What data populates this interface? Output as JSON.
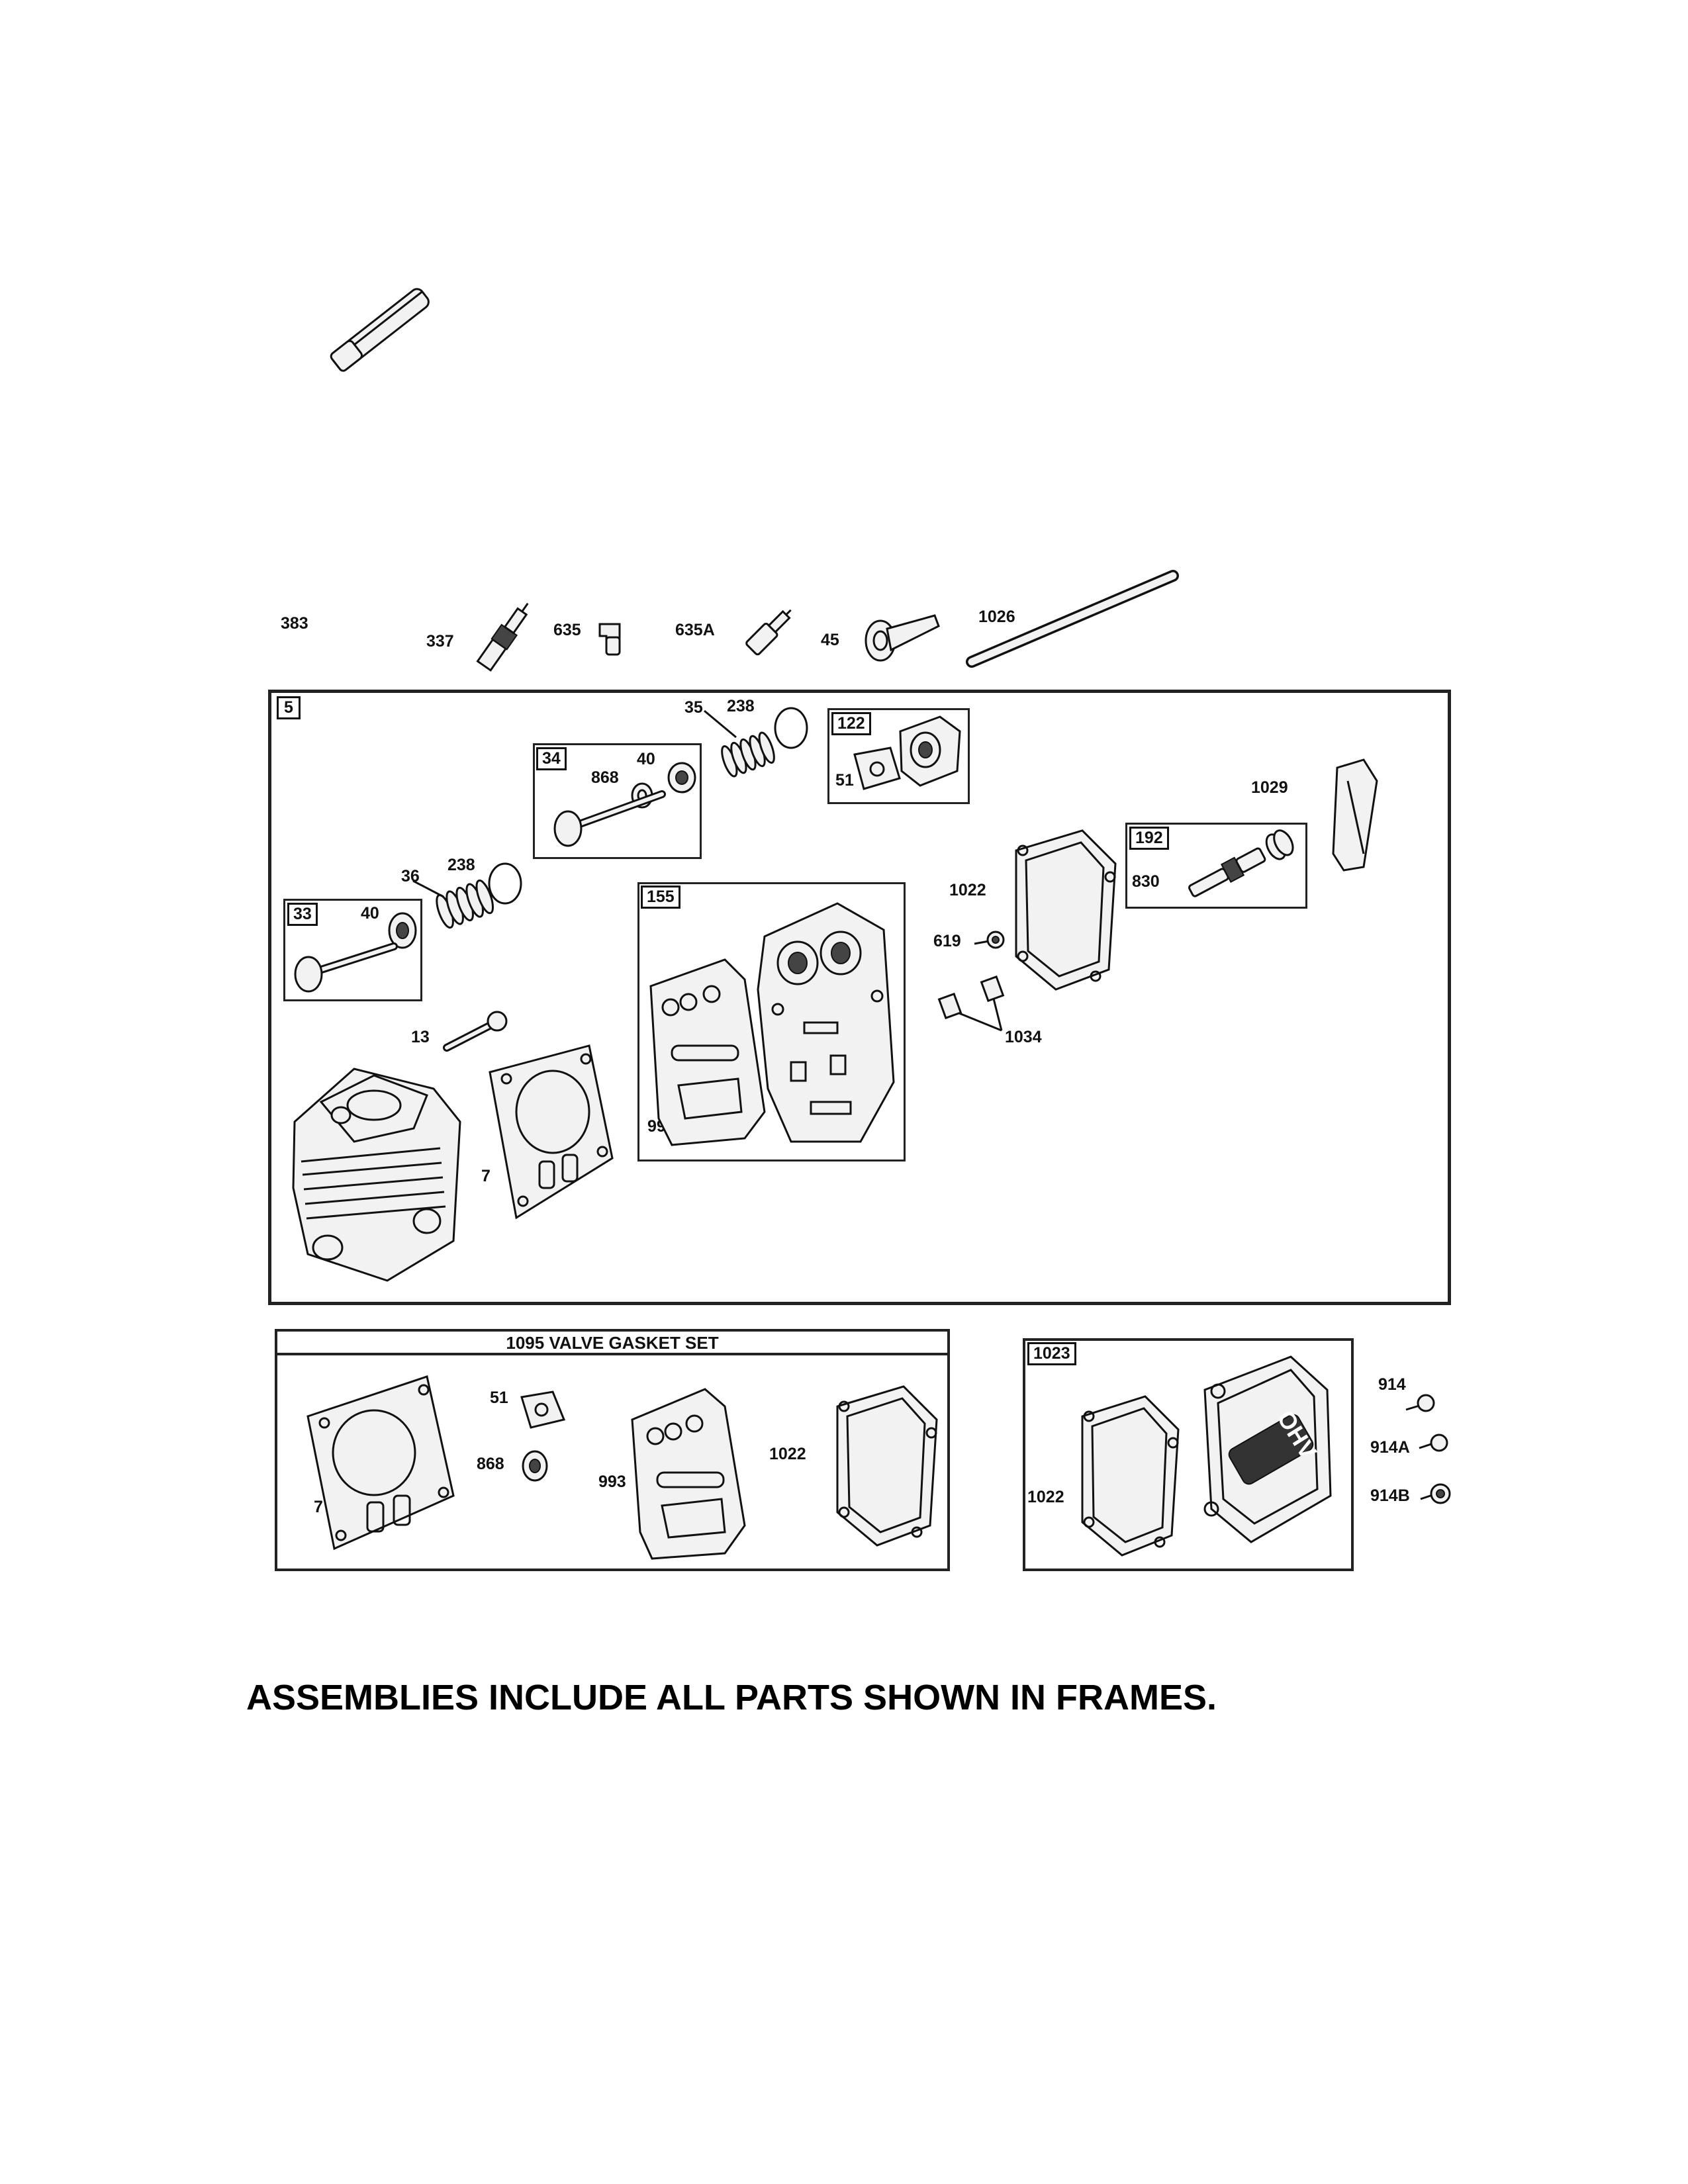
{
  "parts_top": {
    "p383": "383",
    "p337": "337",
    "p635": "635",
    "p635a": "635A",
    "p45": "45",
    "p1026": "1026"
  },
  "main_frame": {
    "frame_no": "5",
    "p35": "35",
    "p238a": "238",
    "p122": "122",
    "p51": "51",
    "p34": "34",
    "p40a": "40",
    "p868": "868",
    "p36": "36",
    "p238b": "238",
    "p33": "33",
    "p40b": "40",
    "p13": "13",
    "p7": "7",
    "p155": "155",
    "p993": "993",
    "p1029": "1029",
    "p1022": "1022",
    "p192": "192",
    "p830": "830",
    "p619": "619",
    "p1034": "1034"
  },
  "gasket_set": {
    "title": "1095 VALVE GASKET SET",
    "p7": "7",
    "p51": "51",
    "p868": "868",
    "p993": "993",
    "p1022": "1022"
  },
  "cover_frame": {
    "frame_no": "1023",
    "p1022": "1022",
    "p914": "914",
    "p914a": "914A",
    "p914b": "914B",
    "logo_text": "OHV"
  },
  "footer": "ASSEMBLIES INCLUDE ALL PARTS SHOWN IN FRAMES."
}
